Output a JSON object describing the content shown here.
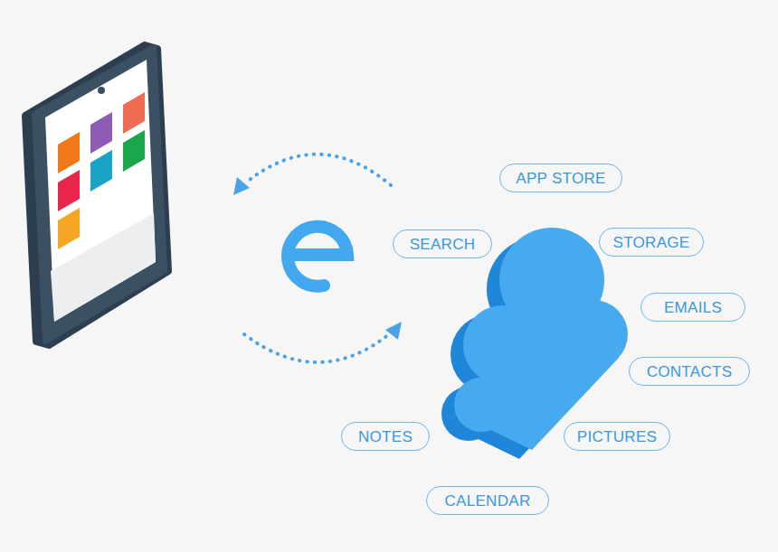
{
  "diagram": {
    "nodes": [
      {
        "text": [
          "APP STORE"
        ]
      },
      {
        "text": [
          "SEARCH"
        ]
      },
      {
        "text": [
          "STORAGE"
        ]
      },
      {
        "text": [
          "EMAILS"
        ]
      },
      {
        "text": [
          "CONTACTS"
        ]
      },
      {
        "text": [
          "NOTES"
        ]
      },
      {
        "text": [
          "PICTURES"
        ]
      },
      {
        "text": [
          "CALENDAR"
        ]
      }
    ]
  }
}
